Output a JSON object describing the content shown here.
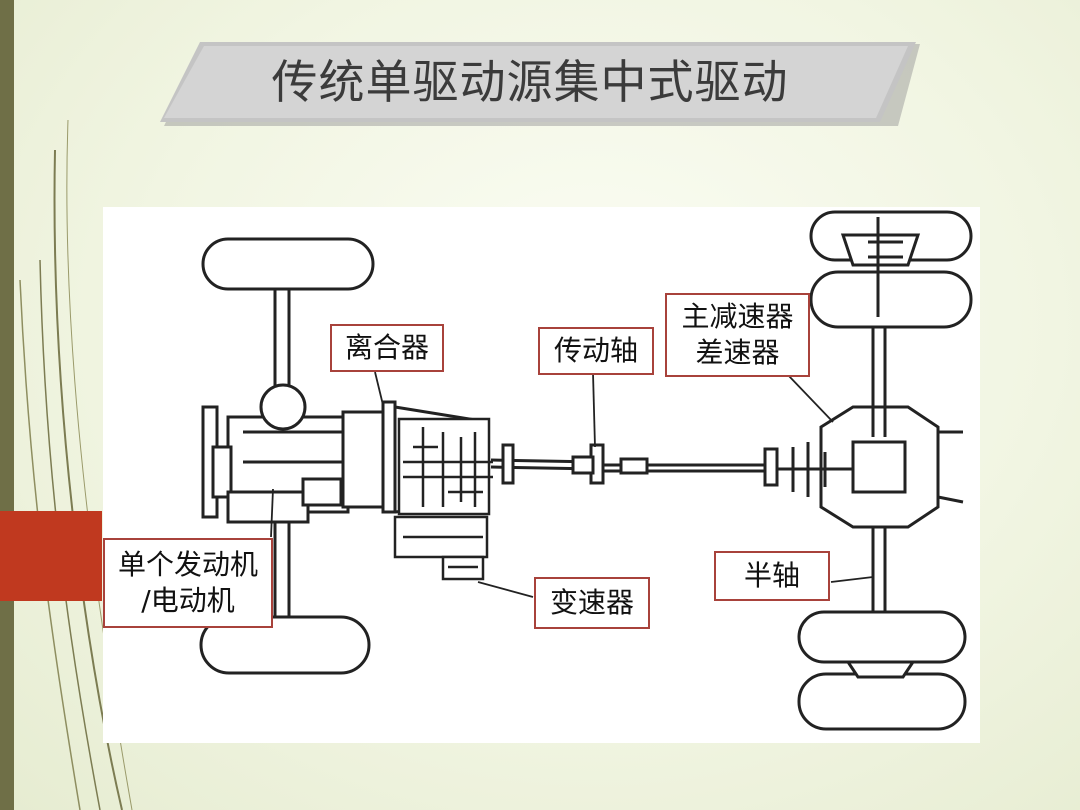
{
  "title": "传统单驱动源集中式驱动",
  "labels": {
    "clutch": "离合器",
    "drive_shaft": "传动轴",
    "final_drive_line1": "主减速器",
    "final_drive_line2": "差速器",
    "engine_line1": "单个发动机",
    "engine_line2": "/电动机",
    "gearbox": "变速器",
    "half_shaft": "半轴"
  },
  "colors": {
    "accent_red": "#c0391f",
    "label_border": "#a8423b",
    "left_bar": "#6f6f47",
    "banner_gray": "#c4c4c4"
  }
}
